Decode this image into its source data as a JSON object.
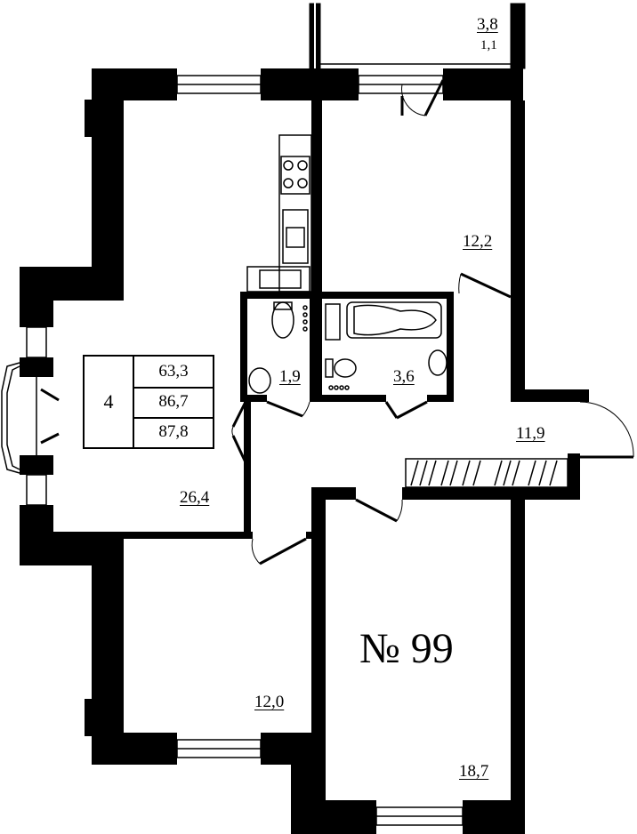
{
  "apartment": {
    "number_label": "№ 99",
    "rooms_count": "4",
    "areas_summary": [
      "63,3",
      "86,7",
      "87,8"
    ]
  },
  "rooms": [
    {
      "id": "balcony",
      "area": "3,8",
      "sub": "1,1"
    },
    {
      "id": "bedroom-top",
      "area": "12,2"
    },
    {
      "id": "wc",
      "area": "1,9"
    },
    {
      "id": "bathroom",
      "area": "3,6"
    },
    {
      "id": "hall",
      "area": "11,9"
    },
    {
      "id": "living-kitchen",
      "area": "26,4"
    },
    {
      "id": "bedroom-left",
      "area": "12,0"
    },
    {
      "id": "bedroom-right",
      "area": "18,7"
    }
  ],
  "colors": {
    "wall": "#000000",
    "background": "#ffffff"
  }
}
